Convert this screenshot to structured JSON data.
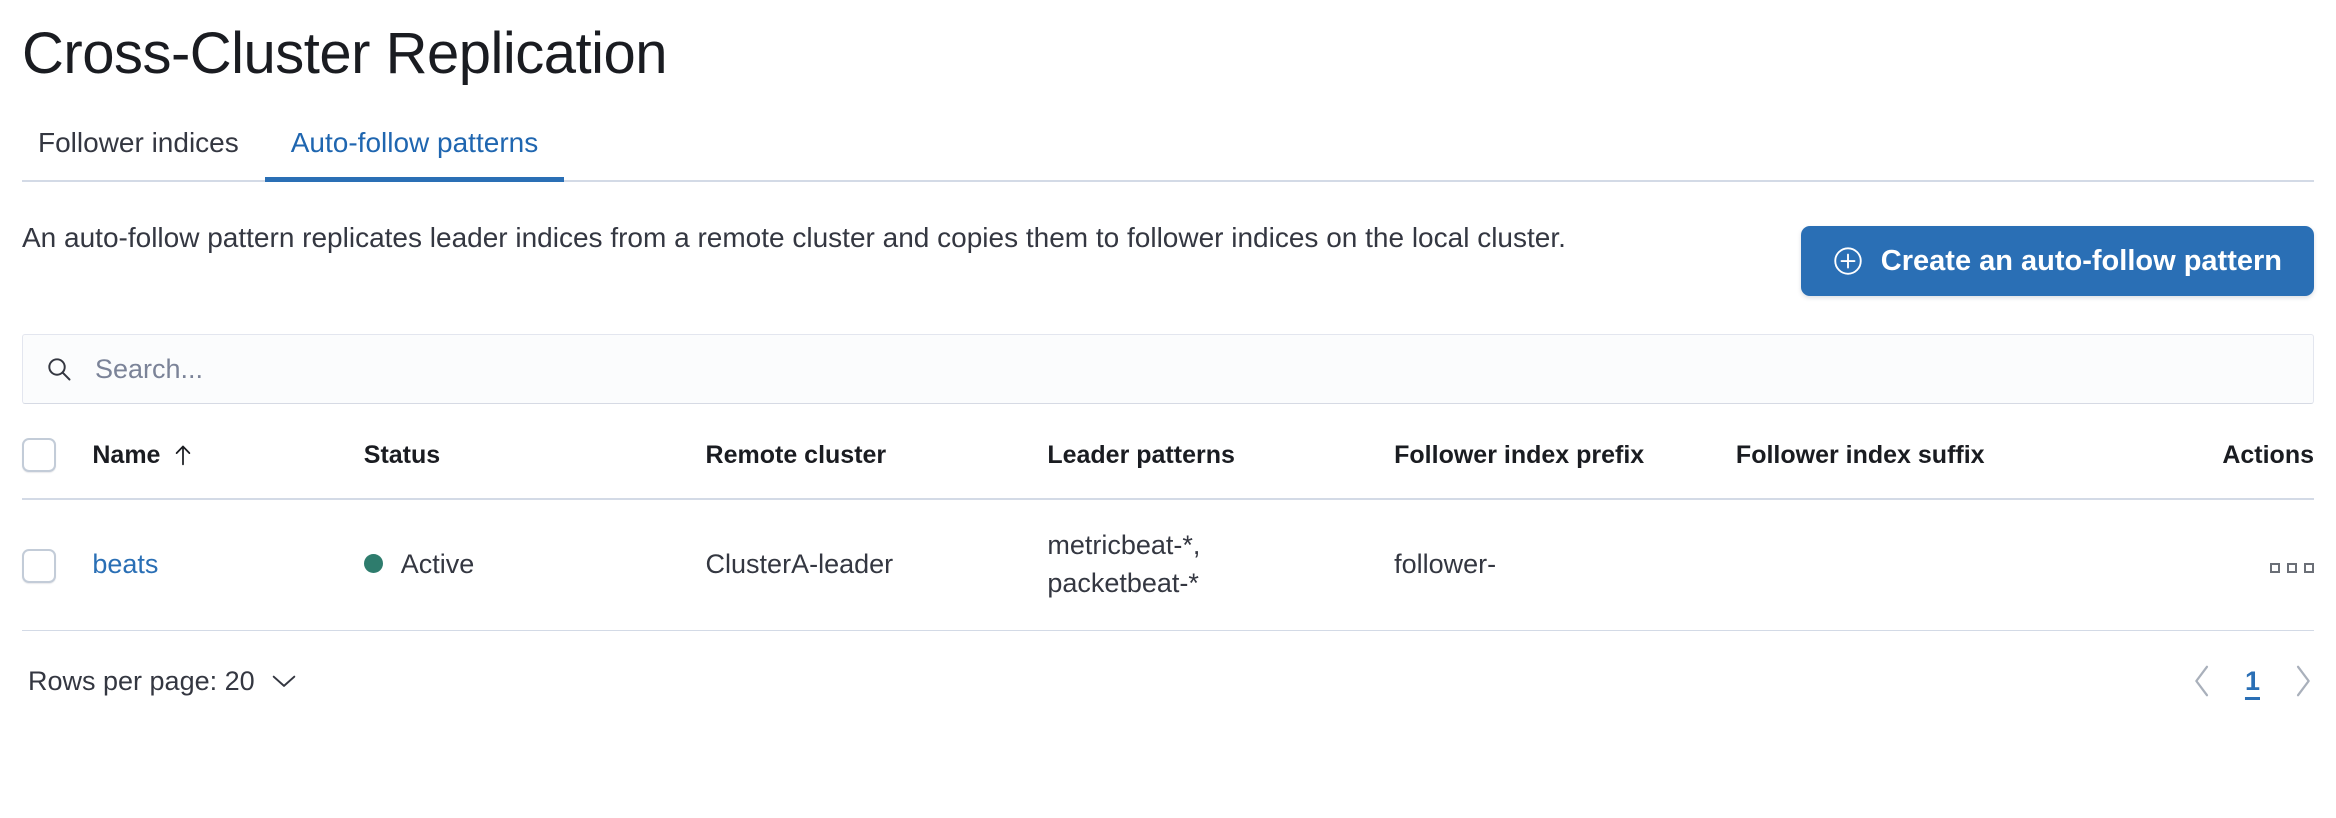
{
  "header": {
    "title": "Cross-Cluster Replication"
  },
  "tabs": [
    {
      "label": "Follower indices",
      "active": false,
      "name": "tab-follower-indices"
    },
    {
      "label": "Auto-follow patterns",
      "active": true,
      "name": "tab-auto-follow-patterns"
    }
  ],
  "intro": {
    "description": "An auto-follow pattern replicates leader indices from a remote cluster and copies them to follower indices on the local cluster.",
    "cta_label": "Create an auto-follow pattern",
    "cta_icon": "plus-in-circle-icon"
  },
  "search": {
    "placeholder": "Search...",
    "value": "",
    "icon": "search-icon"
  },
  "table": {
    "columns": [
      {
        "label": "Name",
        "sorted": "asc",
        "sort_icon": "arrow-up-icon"
      },
      {
        "label": "Status"
      },
      {
        "label": "Remote cluster"
      },
      {
        "label": "Leader patterns"
      },
      {
        "label": "Follower index prefix"
      },
      {
        "label": "Follower index suffix"
      },
      {
        "label": "Actions"
      }
    ],
    "rows": [
      {
        "name": "beats",
        "status": "Active",
        "status_color": "#2e7c6d",
        "remote_cluster": "ClusterA-leader",
        "leader_patterns": "metricbeat-*,\npacketbeat-*",
        "follower_index_prefix": "follower-",
        "follower_index_suffix": "",
        "actions_icon": "ellipsis-horizontal-icon"
      }
    ]
  },
  "footer": {
    "rows_per_page_label": "Rows per page: 20",
    "rows_per_page_icon": "chevron-down-icon",
    "prev_icon": "chevron-left-icon",
    "next_icon": "chevron-right-icon",
    "current_page": "1"
  },
  "colors": {
    "accent": "#2a6fb5",
    "border": "#d3dae6",
    "text": "#343741",
    "status_active": "#2e7c6d"
  }
}
